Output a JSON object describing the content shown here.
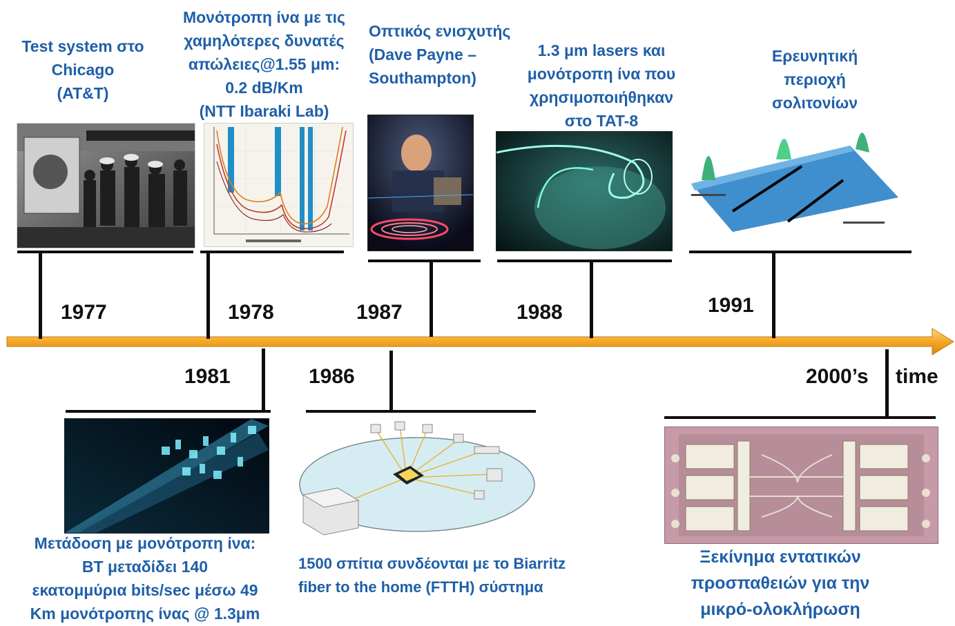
{
  "colors": {
    "caption": "#1f5fa8",
    "axis": "#f5a623",
    "axis_edge": "#c07a10",
    "ticks": "#0d0d0d",
    "year_text": "#111111"
  },
  "axis": {
    "time_label": "time"
  },
  "events_top": [
    {
      "year": "1977",
      "caption": [
        "Test system στο",
        "Chicago",
        "(AT&T)"
      ],
      "image": "field-crew-photo"
    },
    {
      "year": "1978",
      "caption": [
        "Μονότροπη ίνα με τις",
        "χαμηλότερες δυνατές",
        "απώλειες@1.55 μm:",
        "0.2 dB/Km",
        "(NTT Ibaraki Lab)"
      ],
      "image": "optical-loss-plot"
    },
    {
      "year": "1987",
      "caption": [
        "Οπτικός ενισχυτής",
        "(Dave Payne –",
        "Southampton)"
      ],
      "image": "laser-lab-photo"
    },
    {
      "year": "1988",
      "caption": [
        "1.3 μm lasers και",
        "μονότροπη ίνα που",
        "χρησιμοποιήθηκαν",
        "στο TAT-8"
      ],
      "image": "glowing-fiber-photo"
    },
    {
      "year": "1991",
      "caption": [
        "Ερευνητική",
        "περιοχή",
        "σολιτονίων"
      ],
      "image": "soliton-surface-plot"
    }
  ],
  "events_bottom": [
    {
      "year": "1981",
      "caption": [
        "Μετάδοση με μονότροπη ίνα:",
        "BT μεταδίδει 140",
        "εκατομμύρια bits/sec μέσω 49",
        "Km μονότροπης ίνας @ 1.3μm"
      ],
      "image": "binary-fiber-illustration"
    },
    {
      "year": "1986",
      "caption": [
        "1500 σπίτια συνδέονται με το Biarritz",
        "fiber to the home (FTTH) σύστημα"
      ],
      "image": "ftth-network-diagram"
    },
    {
      "year": "2000’s",
      "caption": [
        "Ξεκίνημα εντατικών",
        "προσπαθειών για την",
        "μικρό-ολοκλήρωση"
      ],
      "image": "photonic-chip-micrograph"
    }
  ]
}
